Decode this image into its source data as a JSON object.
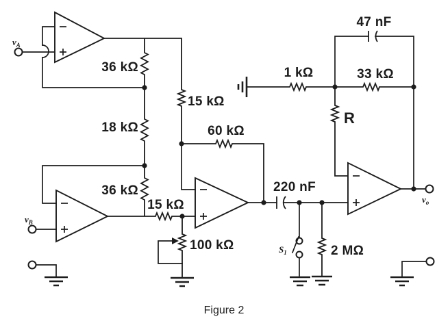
{
  "figure_caption": "Figure 2",
  "colors": {
    "ink": "#1c1c1c",
    "paper": "#ffffff"
  },
  "terminals": {
    "input_a": {
      "base": "v",
      "sub": "A"
    },
    "input_b": {
      "base": "v",
      "sub": "B"
    },
    "output": {
      "base": "v",
      "sub": "o"
    }
  },
  "switch_s1": {
    "base": "S",
    "sub": "1"
  },
  "component_labels": {
    "r36_top": "36 kΩ",
    "r18": "18 kΩ",
    "r36_bottom": "36 kΩ",
    "r15_vertical": "15 kΩ",
    "r15_horizontal": "15 kΩ",
    "r60": "60 kΩ",
    "r100_pot": "100 kΩ",
    "c220": "220 nF",
    "r1k": "1 kΩ",
    "r33": "33 kΩ",
    "c47": "47 nF",
    "r_unlabeled": "R",
    "r2m": "2 MΩ"
  }
}
